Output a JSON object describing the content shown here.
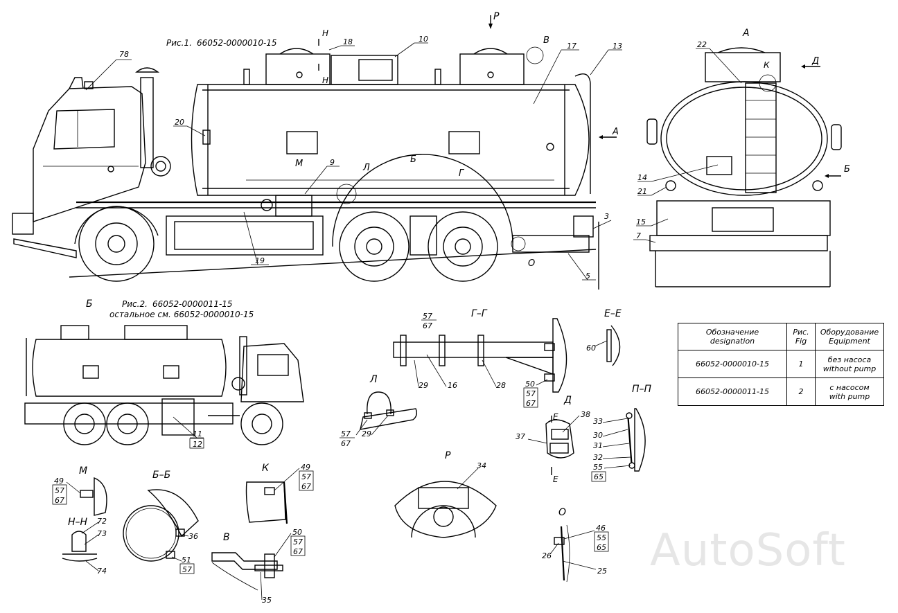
{
  "fig1": {
    "title": "Рис.1.",
    "code": "66052-0000010-15"
  },
  "fig2": {
    "title": "Рис.2.",
    "code": "66052-0000011-15",
    "note": "остальное см. 66052-0000010-15"
  },
  "views": {
    "A": "А",
    "B": "Б",
    "P": "Р",
    "V": "В",
    "G": "Г",
    "D": "Д",
    "K": "К",
    "L": "Л",
    "M": "М",
    "N": "Н",
    "O": "О",
    "E": "Е",
    "Pi": "П",
    "GG": "Г–Г",
    "EE": "Е–Е",
    "BB": "Б–Б",
    "NN": "Н–Н",
    "PP": "П–П"
  },
  "callouts": {
    "c78": "78",
    "c18": "18",
    "c10": "10",
    "c17": "17",
    "c13": "13",
    "c20": "20",
    "c9": "9",
    "c19": "19",
    "c3": "3",
    "c5": "5",
    "c22": "22",
    "c14": "14",
    "c21": "21",
    "c15": "15",
    "c7": "7",
    "c11": "11",
    "c12": "12",
    "c57a": "57",
    "c67a": "67",
    "c29a": "29",
    "c16": "16",
    "c28": "28",
    "c50a": "50",
    "c57b": "57",
    "c67b": "67",
    "c60": "60",
    "c57c": "57",
    "c67c": "67",
    "c29b": "29",
    "c38": "38",
    "c37": "37",
    "c33": "33",
    "c30": "30",
    "c31": "31",
    "c32": "32",
    "c55a": "55",
    "c65a": "65",
    "c49a": "49",
    "c57d": "57",
    "c67d": "67",
    "c72": "72",
    "c73": "73",
    "c74": "74",
    "c36": "36",
    "c51": "51",
    "c57e": "57",
    "c49b": "49",
    "c57f": "57",
    "c67e": "67",
    "c50b": "50",
    "c57g": "57",
    "c67f": "67",
    "c35": "35",
    "c34": "34",
    "c46": "46",
    "c55b": "55",
    "c65b": "65",
    "c26": "26",
    "c25": "25"
  },
  "table": {
    "headers": [
      "Обозначение\ndesignation",
      "Рис.\nFig",
      "Оборудование\nEquipment"
    ],
    "rows": [
      [
        "66052-0000010-15",
        "1",
        "без насоса\nwithout pump"
      ],
      [
        "66052-0000011-15",
        "2",
        "с насосом\nwith pump"
      ]
    ]
  },
  "watermark": "AutoSoft"
}
